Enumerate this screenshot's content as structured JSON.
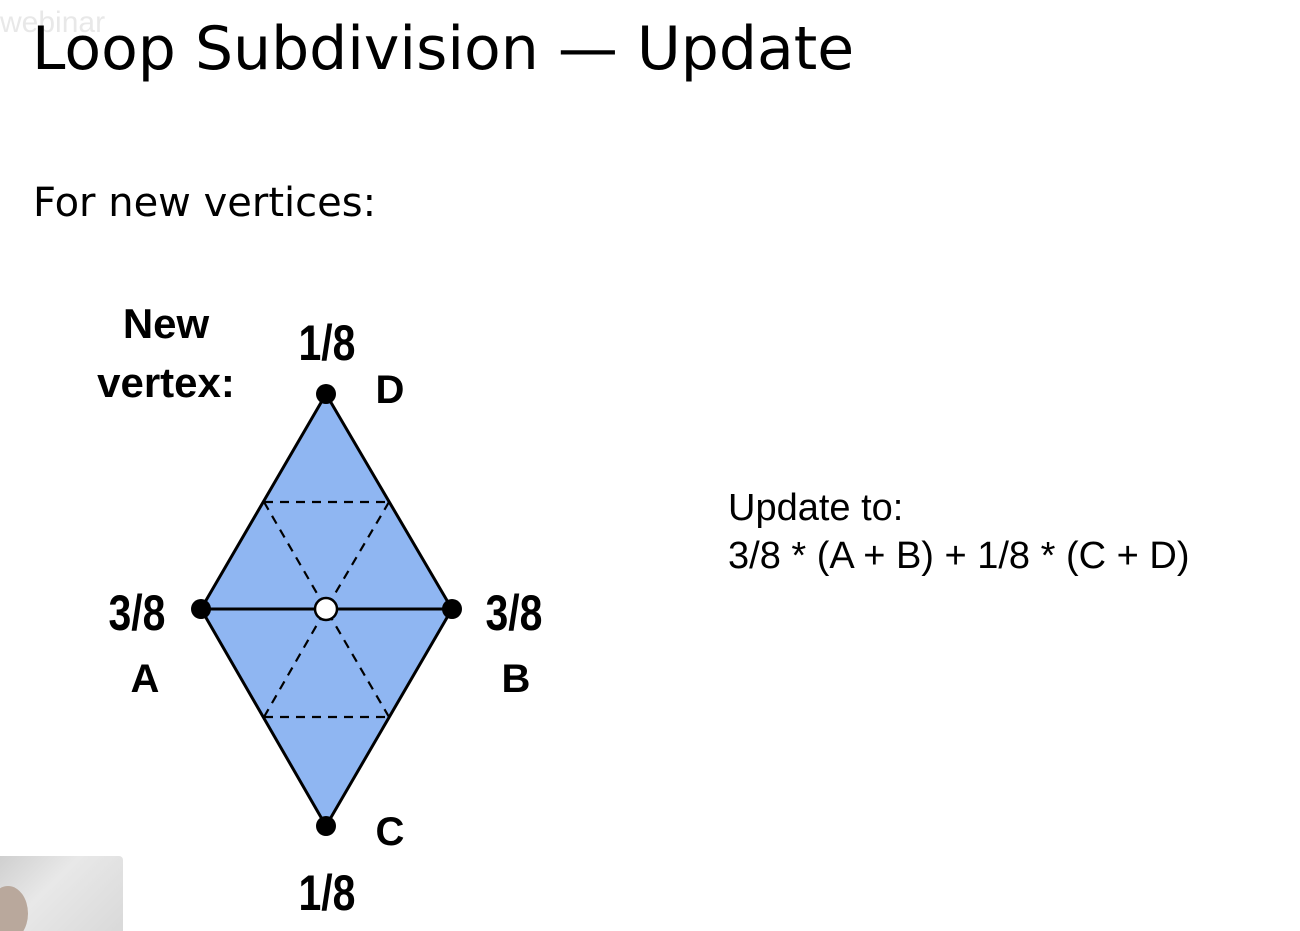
{
  "slide": {
    "title": "Loop Subdivision — Update",
    "intro": "For new vertices:"
  },
  "diagram": {
    "new_vertex_label_line1": "New",
    "new_vertex_label_line2": "vertex:",
    "vertices": {
      "A": {
        "name": "A",
        "weight": "3/8"
      },
      "B": {
        "name": "B",
        "weight": "3/8"
      },
      "C": {
        "name": "C",
        "weight": "1/8"
      },
      "D": {
        "name": "D",
        "weight": "1/8"
      }
    },
    "colors": {
      "fill": "#8fb6f2",
      "stroke": "#000000",
      "vertex": "#000000",
      "new_vertex": "#ffffff"
    }
  },
  "formula": {
    "line1": "Update to:",
    "line2": "3/8 * (A + B) + 1/8 * (C + D)"
  },
  "overlay": {
    "watermark": "webinar"
  }
}
